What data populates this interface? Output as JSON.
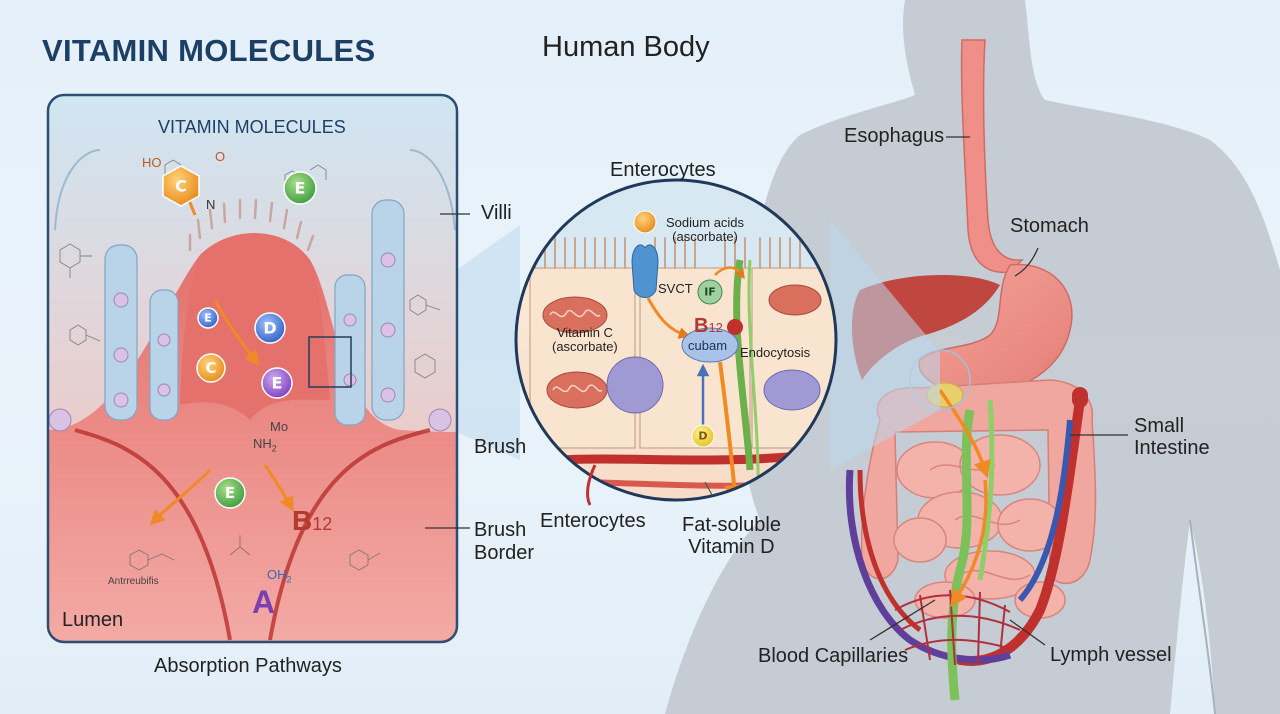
{
  "title": "VITAMIN MOLECULES",
  "body_title": "Human Body",
  "panel": {
    "heading": "VITAMIN MOLECULES",
    "villi": "Villi",
    "brush": "Brush",
    "brush_border": [
      "Brush",
      "Border"
    ],
    "lumen": "Lumen",
    "caption": "Absorption Pathways",
    "vitamins": {
      "c": "C",
      "e": "E",
      "d": "D",
      "b12_main": "B",
      "b12_sub": "12",
      "a": "A"
    },
    "chem": {
      "ho": "HO",
      "o": "O",
      "n": "N",
      "nh2": "NH",
      "mo": "Mo",
      "oh2": "OH",
      "annot": "Antrreubifis"
    }
  },
  "zoom": {
    "enterocytes_top": "Enterocytes",
    "sodium": [
      "Sodium acids",
      "(ascorbate)"
    ],
    "svct": "SVCT",
    "if_label": "IF",
    "vitc": [
      "Vitamin C",
      "(ascorbate)"
    ],
    "b12_main": "B",
    "b12_sub": "12",
    "cubam": "cubam",
    "endocytosis": "Endocytosis",
    "d_label": "D",
    "enterocytes_bottom": "Enterocytes",
    "fat_soluble": [
      "Fat-soluble",
      "Vitamin D"
    ]
  },
  "organs": {
    "esophagus": "Esophagus",
    "stomach": "Stomach",
    "small_intestine": [
      "Small",
      "Intestine"
    ],
    "blood": "Blood Capillaries",
    "lymph": "Lymph vessel"
  },
  "colors": {
    "title": "#1d3f66",
    "vitamin_c": "#f0a030",
    "vitamin_e": "#9055c8",
    "vitamin_e_green": "#4aa84c",
    "vitamin_d": "#3f6fd0",
    "b12": "#b33a2e",
    "vitamin_a": "#7a3fb0",
    "tissue": "#e98a86",
    "arrow": "#f08a24"
  }
}
